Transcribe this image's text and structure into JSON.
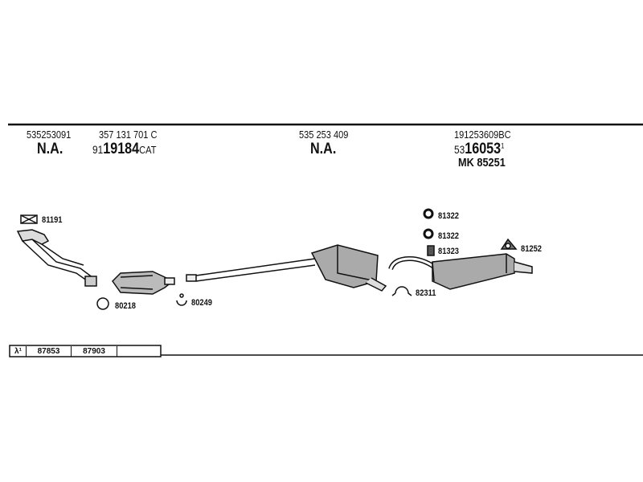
{
  "columns": [
    {
      "part_no": "535253091",
      "ref": "N.A."
    },
    {
      "part_no": "357 131 701 C",
      "ref_prefix": "91",
      "ref_main": "19184",
      "ref_suffix": "CAT"
    },
    {
      "part_no": "535 253 409",
      "ref": "N.A."
    },
    {
      "part_no": "191253609BC",
      "ref_prefix": "53",
      "ref_main": "16053",
      "ref_suffix": "1",
      "extra": "MK  85251"
    }
  ],
  "parts": {
    "gasket": "81191",
    "ring": "80218",
    "clamp": "80249",
    "hanger_1": "81322",
    "hanger_2": "81322",
    "hanger_3": "81323",
    "mount": "81252",
    "clamp_rear": "82311"
  },
  "table": {
    "symbol": "λ¹",
    "cells": [
      "87853",
      "87903",
      ""
    ]
  }
}
